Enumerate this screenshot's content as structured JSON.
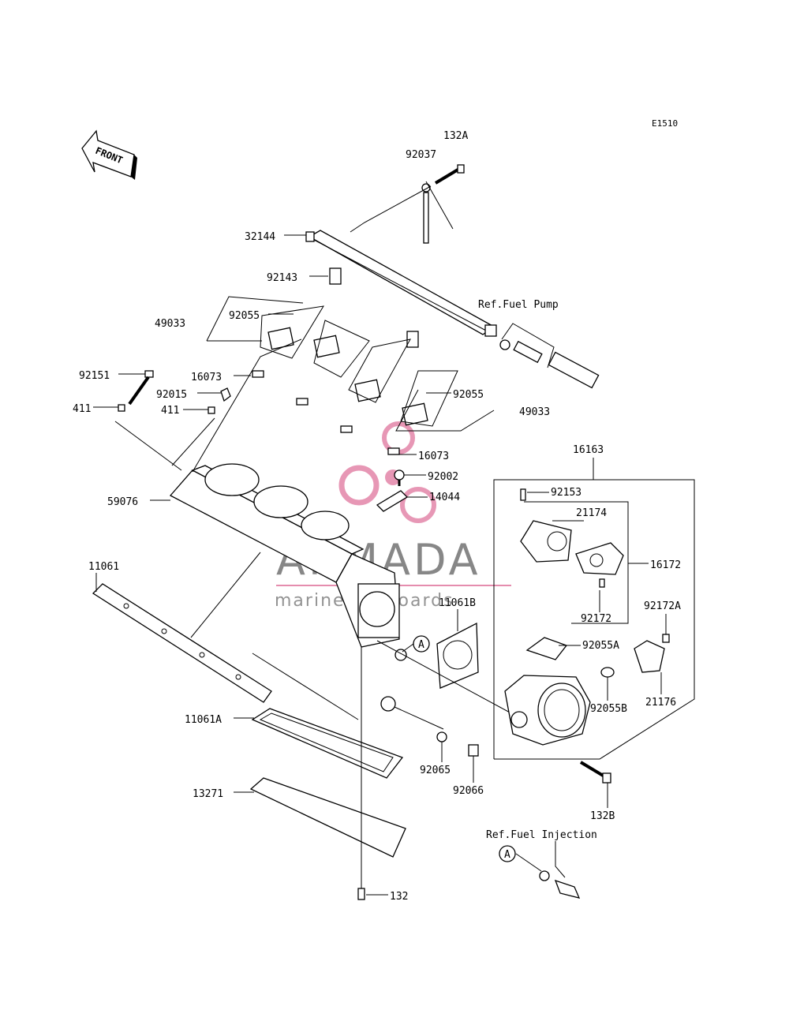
{
  "diagram_code": "E1510",
  "front_label": "FRONT",
  "refs": {
    "fuel_pump": "Ref.Fuel Pump",
    "fuel_injection": "Ref.Fuel Injection"
  },
  "callouts": [
    "A",
    "A"
  ],
  "watermark": {
    "brand": "ARMADA",
    "tagline": "marine outboards"
  },
  "parts": [
    "132A",
    "92037",
    "32144",
    "92143",
    "49033",
    "92055",
    "16073",
    "92151",
    "92015",
    "411",
    "411",
    "92055",
    "49033",
    "16073",
    "92002",
    "14044",
    "59076",
    "16163",
    "92153",
    "21174",
    "16172",
    "11061",
    "11061B",
    "92172",
    "92172A",
    "92055A",
    "21176",
    "92055B",
    "11061A",
    "92065",
    "92066",
    "13271",
    "132B",
    "132"
  ]
}
